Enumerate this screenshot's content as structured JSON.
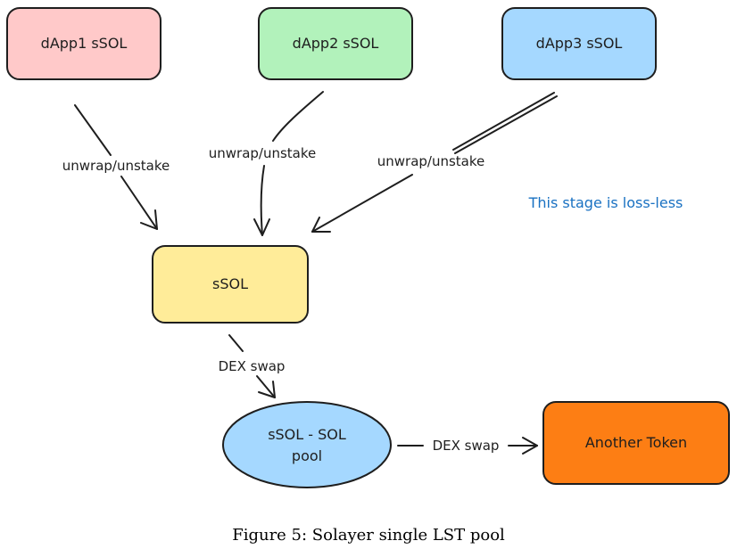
{
  "nodes": {
    "dapp1": {
      "label": "dApp1 sSOL",
      "color": "#ffc9c9"
    },
    "dapp2": {
      "label": "dApp2 sSOL",
      "color": "#b2f2bb"
    },
    "dapp3": {
      "label": "dApp3 sSOL",
      "color": "#a5d8ff"
    },
    "ssol": {
      "label": "sSOL",
      "color": "#ffec99"
    },
    "pool": {
      "label_line1": "sSOL - SOL",
      "label_line2": "pool",
      "color": "#a5d8ff"
    },
    "another_token": {
      "label": "Another Token",
      "color": "#fd7e14"
    }
  },
  "edges": {
    "dapp1_to_ssol": "unwrap/unstake",
    "dapp2_to_ssol": "unwrap/unstake",
    "dapp3_to_ssol": "unwrap/unstake",
    "ssol_to_pool": "DEX swap",
    "pool_to_token": "DEX swap"
  },
  "note": {
    "text": "This stage is loss-less",
    "color": "#1971c2"
  },
  "caption": "Figure 5: Solayer single LST pool"
}
